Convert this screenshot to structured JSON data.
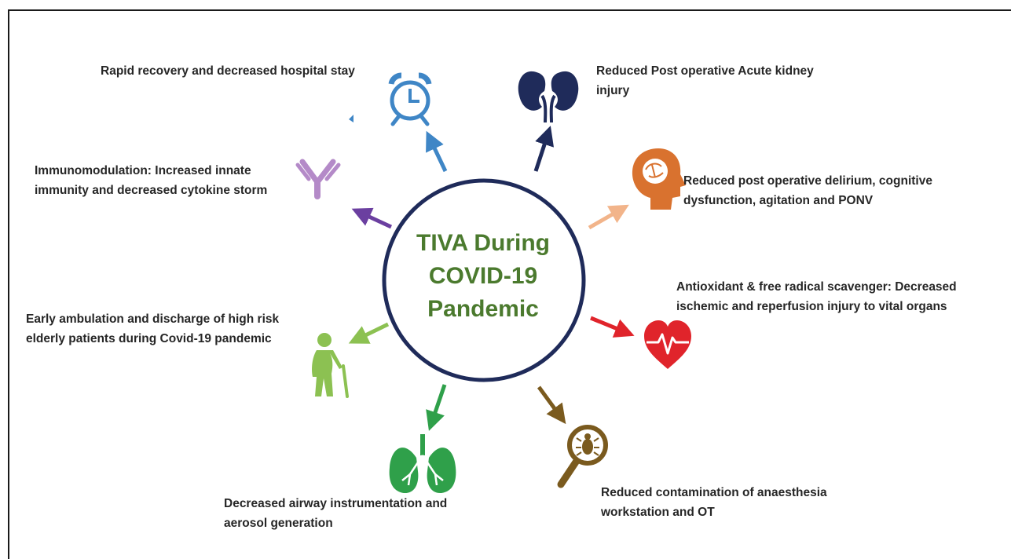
{
  "diagram": {
    "center": {
      "lines": [
        "TIVA During",
        "COVID-19",
        "Pandemic"
      ],
      "text_color": "#4b7a2e",
      "ring_color": "#1f2b5a"
    },
    "benefits": [
      {
        "id": "rapid-recovery",
        "lines": [
          "Rapid recovery and decreased hospital stay"
        ],
        "icon": "alarm-clock-icon",
        "color": "#3f86c6"
      },
      {
        "id": "kidney",
        "lines": [
          "Reduced Post operative Acute kidney",
          "injury"
        ],
        "icon": "kidneys-icon",
        "color": "#1f2b5a"
      },
      {
        "id": "delirium",
        "lines": [
          "Reduced post operative delirium, cognitive",
          "dysfunction, agitation and PONV"
        ],
        "icon": "brain-head-icon",
        "color": "#d9722f"
      },
      {
        "id": "antioxidant",
        "lines": [
          "Antioxidant & free radical scavenger: Decreased",
          "ischemic and reperfusion injury to vital organs"
        ],
        "icon": "heartbeat-icon",
        "color": "#e0242b"
      },
      {
        "id": "contamination",
        "lines": [
          "Reduced contamination of anaesthesia",
          "workstation and OT"
        ],
        "icon": "bug-magnifier-icon",
        "color": "#7a5a1e"
      },
      {
        "id": "airway",
        "lines": [
          "Decreased airway instrumentation and",
          "aerosol generation"
        ],
        "icon": "lungs-icon",
        "color": "#2fa04a"
      },
      {
        "id": "elderly",
        "lines": [
          "Early ambulation and discharge of high risk",
          "elderly patients during Covid-19 pandemic"
        ],
        "icon": "elderly-person-icon",
        "color": "#8cc152"
      },
      {
        "id": "immuno",
        "lines": [
          "Immunomodulation: Increased innate",
          "immunity and decreased cytokine storm"
        ],
        "icon": "antibody-icon",
        "color": "#a07ab8"
      }
    ]
  }
}
